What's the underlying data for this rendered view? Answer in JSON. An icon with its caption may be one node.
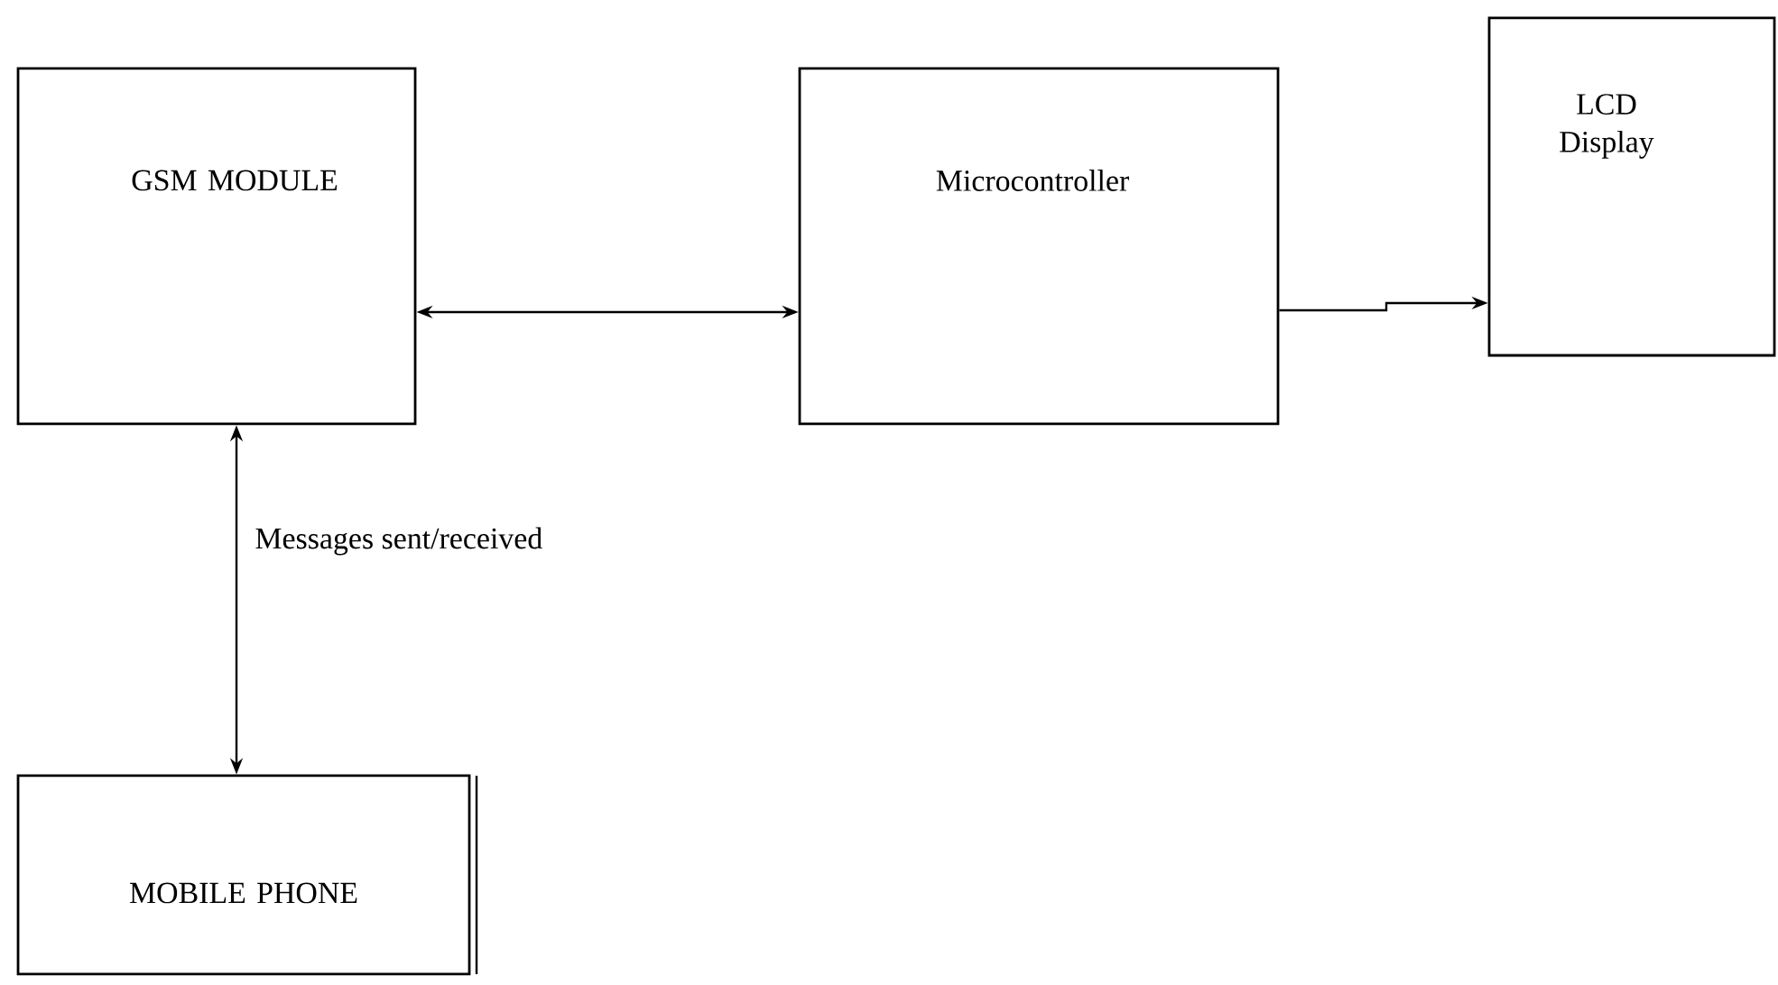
{
  "diagram": {
    "nodes": [
      {
        "text": [
          "GSM MODULE"
        ]
      },
      {
        "text": [
          "Microcontroller"
        ]
      },
      {
        "text": [
          "LCD Display"
        ]
      },
      {
        "text": [
          "MOBILE PHONE"
        ]
      }
    ],
    "edges": [
      {
        "from": 0,
        "to": 1,
        "arrow": "both"
      },
      {
        "from": 1,
        "to": 2,
        "arrow": "to"
      },
      {
        "from": 0,
        "to": 3,
        "arrow": "both",
        "label": "Messages sent/received"
      }
    ]
  }
}
